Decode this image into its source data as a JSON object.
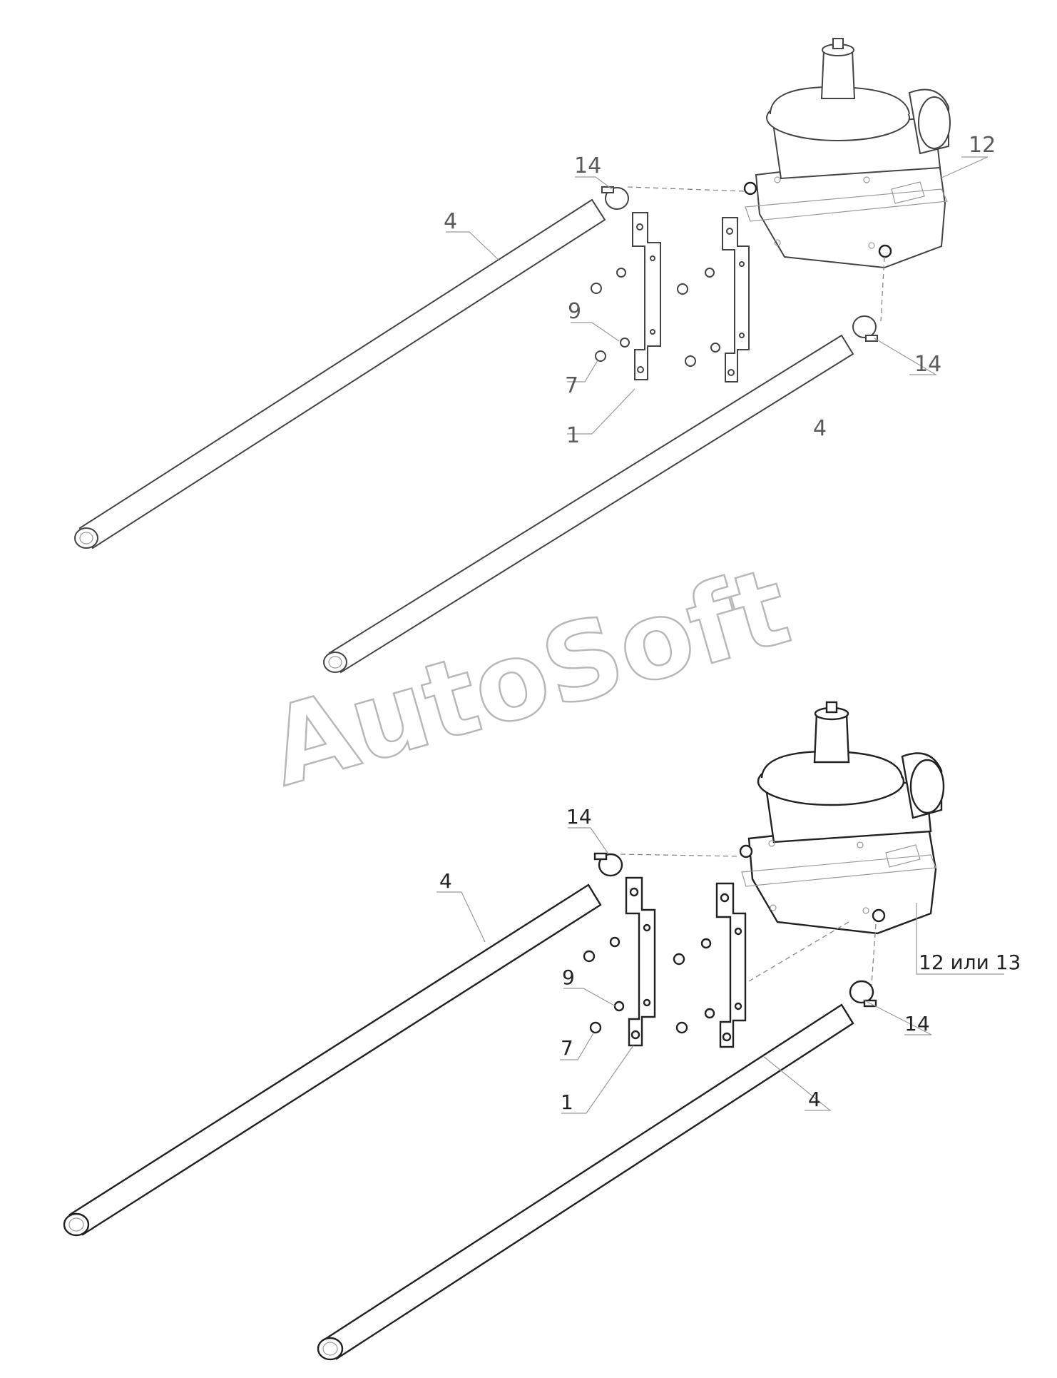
{
  "watermark": "AutoSoft",
  "upper_view": {
    "callouts": {
      "clamp_top": "14",
      "heater": "12",
      "tube_left": "4",
      "washer": "9",
      "bolt": "7",
      "bracket": "1",
      "tube_right": "4",
      "clamp_bottom": "14"
    }
  },
  "lower_view": {
    "callouts": {
      "clamp_top": "14",
      "heater": "12 или 13",
      "tube_left": "4",
      "washer": "9",
      "bolt": "7",
      "bracket": "1",
      "tube_right": "4",
      "clamp_bottom": "14"
    }
  }
}
